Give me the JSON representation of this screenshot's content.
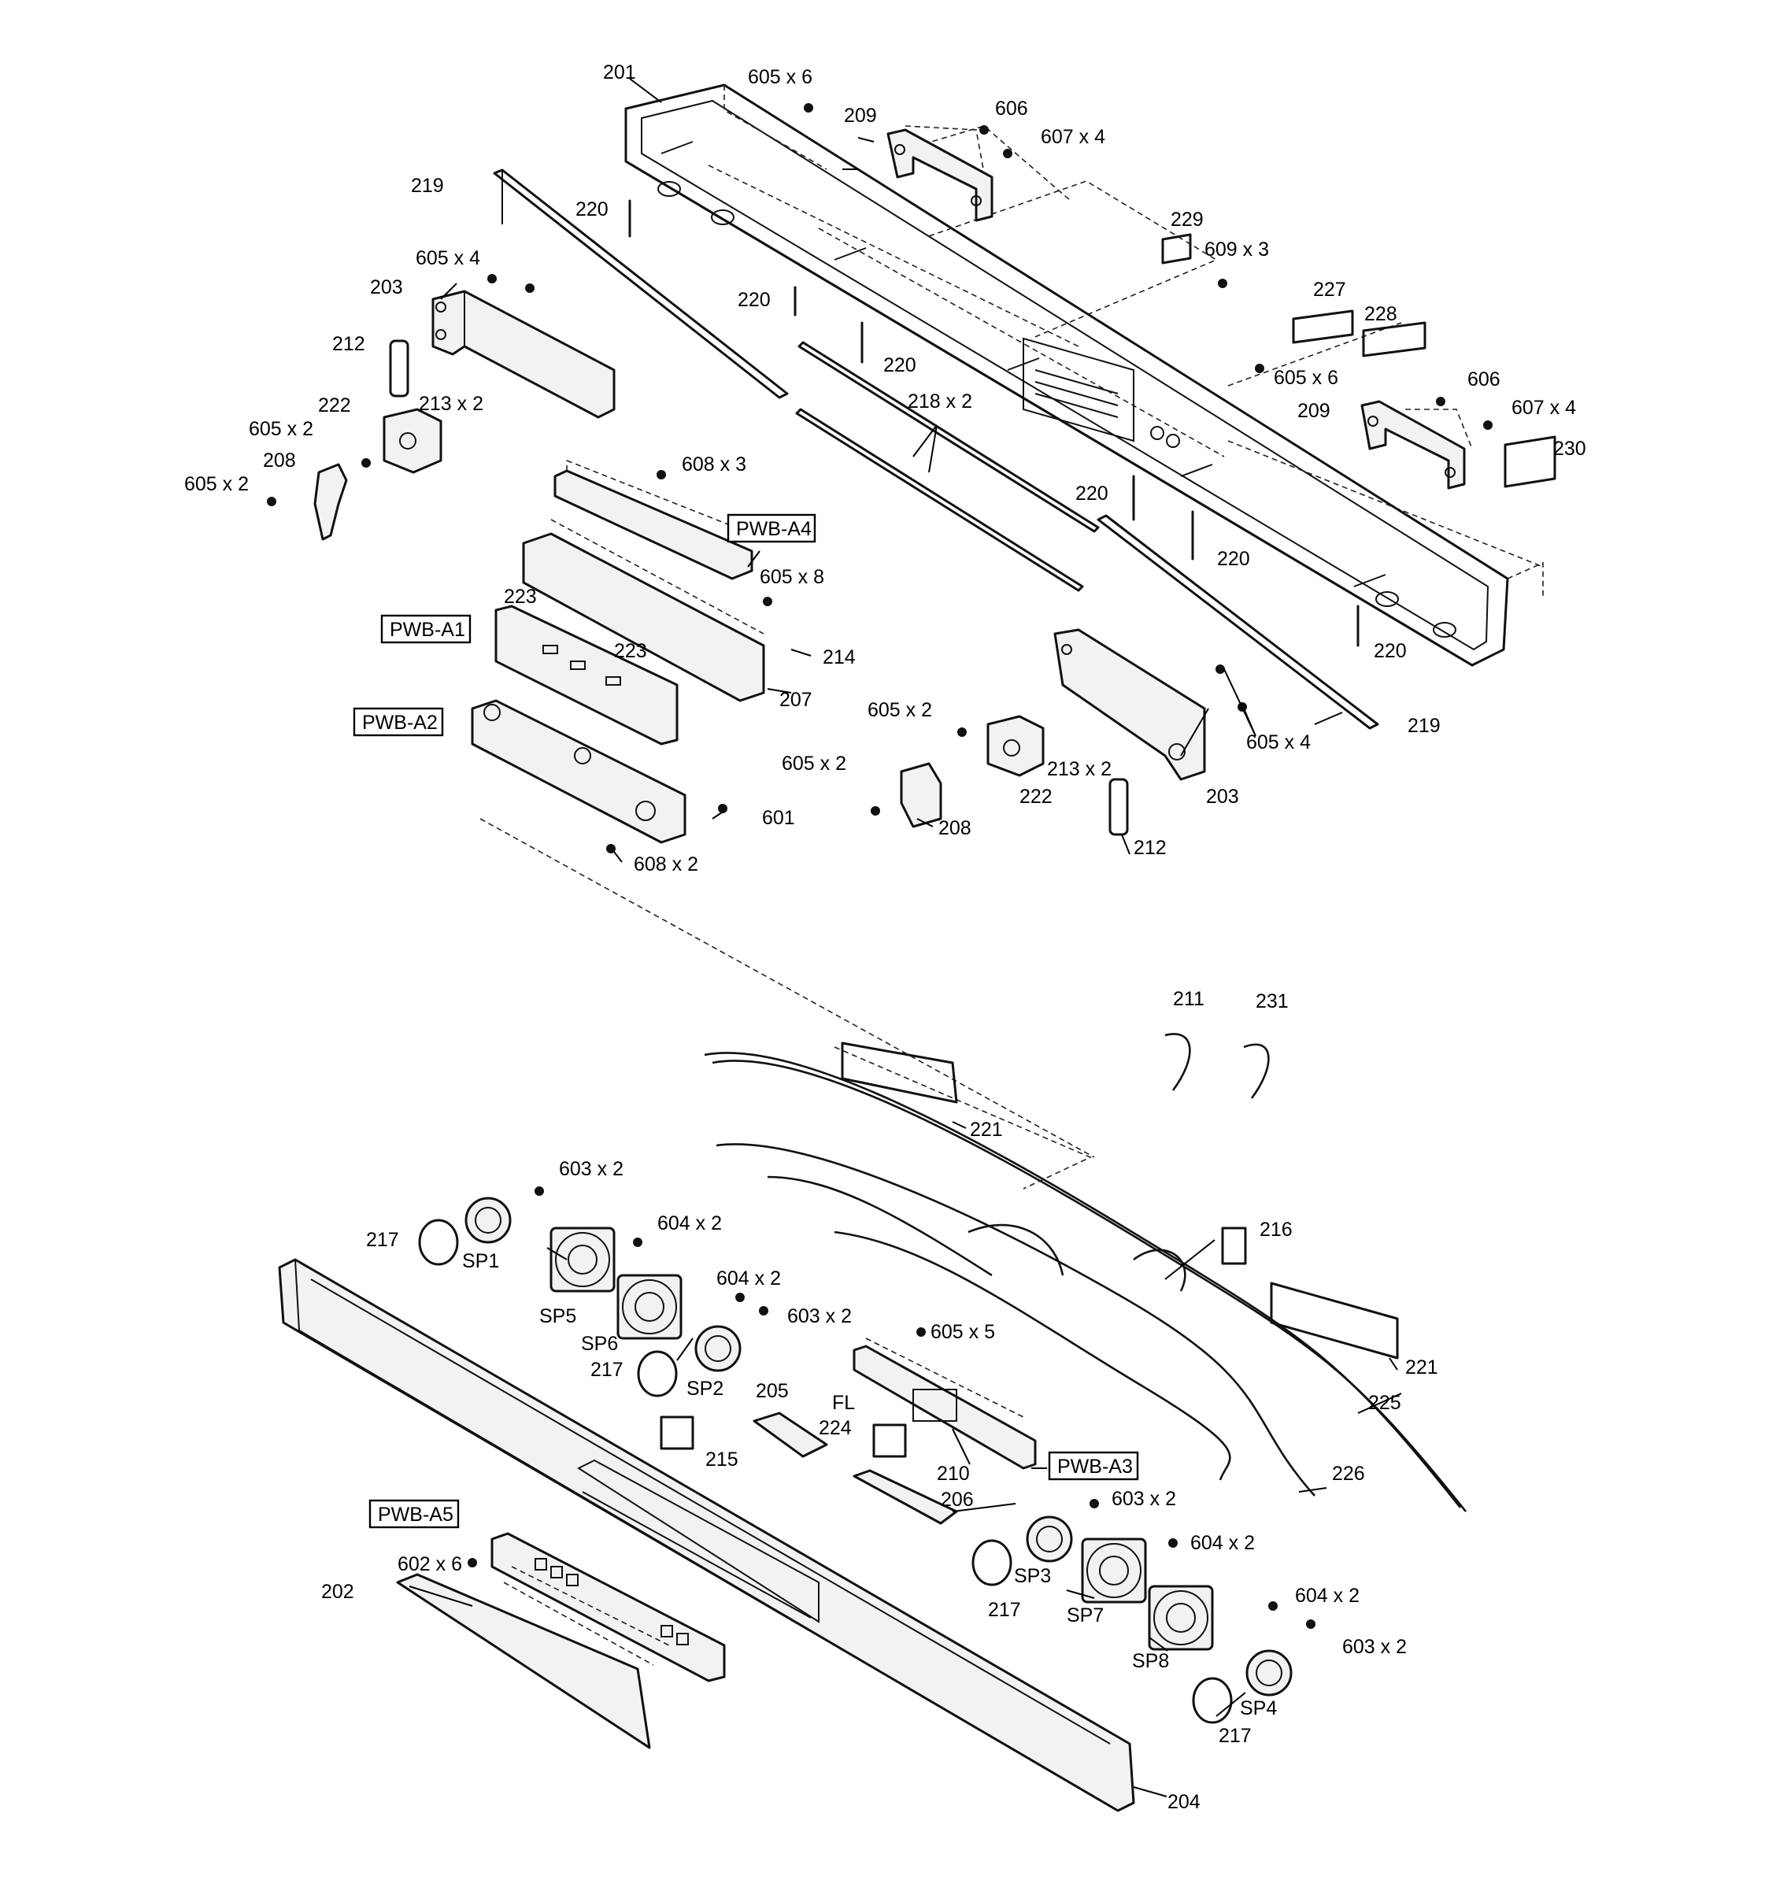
{
  "labels": {
    "l201": "201",
    "l605x6a": "605 x 6",
    "l209a": "209",
    "l606a": "606",
    "l607x4a": "607 x 4",
    "l219a": "219",
    "l220a": "220",
    "l229": "229",
    "l609x3": "609 x 3",
    "l605x4a": "605 x 4",
    "l203a": "203",
    "l220b": "220",
    "l220c": "220",
    "l227": "227",
    "l228": "228",
    "l212a": "212",
    "l605x6b": "605 x 6",
    "l606b": "606",
    "l213x2a": "213 x 2",
    "l222a": "222",
    "l218x2": "218 x 2",
    "l209b": "209",
    "l607x4b": "607 x 4",
    "l605x2a": "605 x 2",
    "l230": "230",
    "l208a": "208",
    "l605x2b": "605 x 2",
    "l608x3": "608 x 3",
    "l220d": "220",
    "pwb_a4": "PWB-A4",
    "l220e": "220",
    "l605x8": "605 x 8",
    "l223a": "223",
    "pwb_a1": "PWB-A1",
    "l220f": "220",
    "l223b": "223",
    "l214": "214",
    "l207": "207",
    "l605x2c": "605 x 2",
    "pwb_a2": "PWB-A2",
    "l219b": "219",
    "l605x2d": "605 x 2",
    "l605x4b": "605 x 4",
    "l213x2b": "213 x 2",
    "l222b": "222",
    "l203b": "203",
    "l601": "601",
    "l208b": "208",
    "l212b": "212",
    "l608x2": "608 x 2",
    "l211": "211",
    "l231": "231",
    "l221a": "221",
    "l603x2a": "603 x 2",
    "l604x2a": "604 x 2",
    "l217a": "217",
    "sp1": "SP1",
    "l216": "216",
    "l604x2b": "604 x 2",
    "sp5": "SP5",
    "l603x2b": "603 x 2",
    "sp6": "SP6",
    "l605x5": "605 x 5",
    "l217b": "217",
    "l221b": "221",
    "sp2": "SP2",
    "l225": "225",
    "l205": "205",
    "fl": "FL",
    "l224": "224",
    "l215": "215",
    "pwb_a3": "PWB-A3",
    "l210": "210",
    "l226": "226",
    "l206": "206",
    "l603x2c": "603 x 2",
    "pwb_a5": "PWB-A5",
    "l604x2c": "604 x 2",
    "l602x6": "602 x 6",
    "sp3": "SP3",
    "l217c": "217",
    "sp7": "SP7",
    "l604x2d": "604 x 2",
    "l202": "202",
    "l603x2d": "603 x 2",
    "sp8": "SP8",
    "sp4": "SP4",
    "l217d": "217",
    "l204": "204"
  }
}
